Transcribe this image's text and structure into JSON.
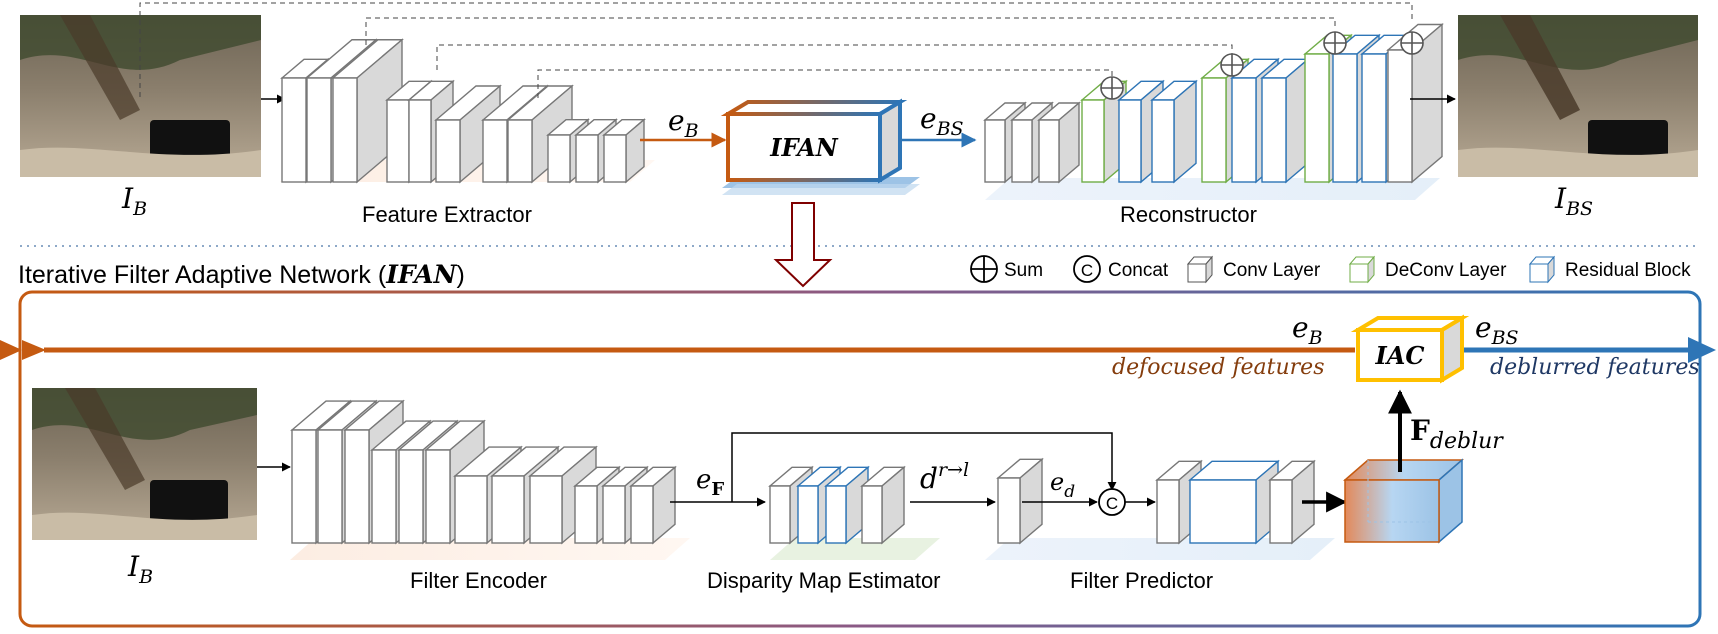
{
  "top": {
    "input_label": "I",
    "input_sub": "B",
    "output_label": "I",
    "output_sub": "BS",
    "feature_extractor": "Feature Extractor",
    "reconstructor": "Reconstructor",
    "ifan_box": "IFAN",
    "e_b": "e",
    "e_b_sub": "B",
    "e_bs": "e",
    "e_bs_sub": "BS"
  },
  "bottom": {
    "title_prefix": "Iterative Filter Adaptive Network (",
    "title_bold": "IFAN",
    "title_suffix": ")",
    "input_label": "I",
    "input_sub": "B",
    "filter_encoder": "Filter Encoder",
    "disparity": "Disparity Map Estimator",
    "filter_predictor": "Filter Predictor",
    "e_f": "e",
    "e_f_sub": "F",
    "d_rl": "d",
    "d_rl_sup": "r→l",
    "e_d": "e",
    "e_d_sub": "d",
    "concat_symbol": "C",
    "e_b": "e",
    "e_b_sub": "B",
    "e_bs": "e",
    "e_bs_sub": "BS",
    "defocused": "defocused features",
    "deblurred": "deblurred features",
    "iac_box": "IAC",
    "f_deblur": "F",
    "f_deblur_sub": "deblur"
  },
  "legend": {
    "sum": "Sum",
    "concat": "Concat",
    "conv": "Conv Layer",
    "deconv": "DeConv Layer",
    "residual": "Residual Block"
  },
  "colors": {
    "orange": "#c55a11",
    "blue": "#2e75b6",
    "green": "#70ad47",
    "yellow": "#ffc000",
    "dark_red": "#7f0000",
    "gray_fill": "#d9d9d9"
  }
}
